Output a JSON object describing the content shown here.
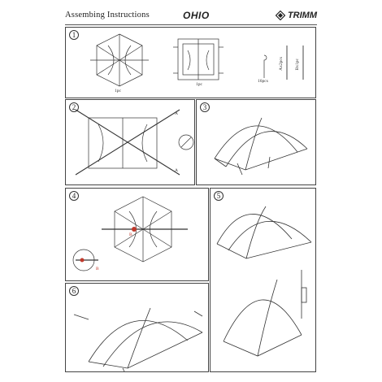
{
  "header": {
    "title": "Assembing  Instructions",
    "model": "OHIO",
    "brand": "TRIMM"
  },
  "panel1": {
    "step": "1",
    "inner_tent_qty": "1pc",
    "fly_qty": "1pc",
    "pegs_qty": "16pcs",
    "pole_a_qty": "Ax2pcs",
    "pole_b_qty": "Bx1pc"
  },
  "panel2": {
    "step": "2",
    "label_a_top": "A",
    "label_a_bottom": "A"
  },
  "panel3": {
    "step": "3"
  },
  "panel4": {
    "step": "4",
    "label_b_center": "B",
    "label_b_inset": "B"
  },
  "panel5": {
    "step": "5"
  },
  "panel6": {
    "step": "6"
  }
}
